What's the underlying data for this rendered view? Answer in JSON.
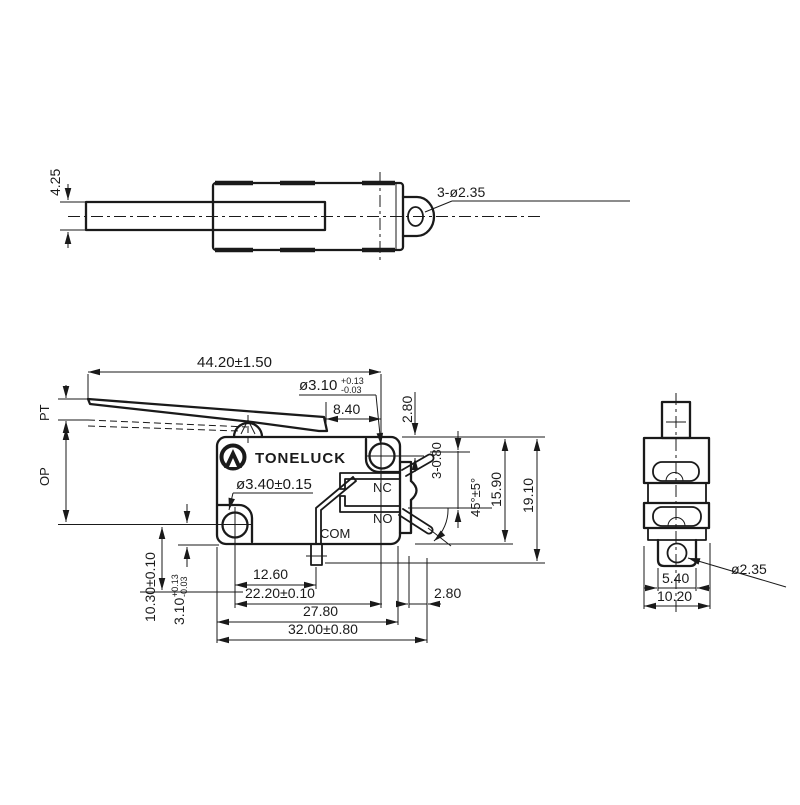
{
  "title": "TONELUCK micro switch technical drawing",
  "brand": "TONELUCK",
  "colors": {
    "line": "#1a1a1a",
    "background": "#ffffff"
  },
  "top_view": {
    "lever_thickness": "4.25",
    "hole_note": "3-ø2.35"
  },
  "front_view": {
    "lever_length": "44.20±1.50",
    "pivot_hole": {
      "dia": "ø3.10",
      "tol_plus": "+0.13",
      "tol_minus": "-0.03"
    },
    "hole_offset": "8.40",
    "top_to_hole": "2.80",
    "pt_label": "PT",
    "op_label": "OP",
    "mount_hole_dia": "ø3.40±0.15",
    "terminals": {
      "nc": "NC",
      "no": "NO",
      "com": "COM"
    },
    "terminal_note": "3-0.80",
    "terminal_angle": "45°±5°",
    "body_height": "15.90",
    "overall_height": "19.10",
    "com_offset": "12.60",
    "hole_spacing": "22.20±0.10",
    "terminal_clear": "2.80",
    "body_length": "27.80",
    "overall_length": "32.00±0.80",
    "hole_to_ref": "10.30±0.10",
    "edge_to_hole": {
      "dia": "3.10",
      "tol_plus": "+0.13",
      "tol_minus": "-0.03"
    }
  },
  "side_view": {
    "terminal_width": "5.40",
    "body_width": "10.20",
    "hole_dia": "ø2.35"
  }
}
